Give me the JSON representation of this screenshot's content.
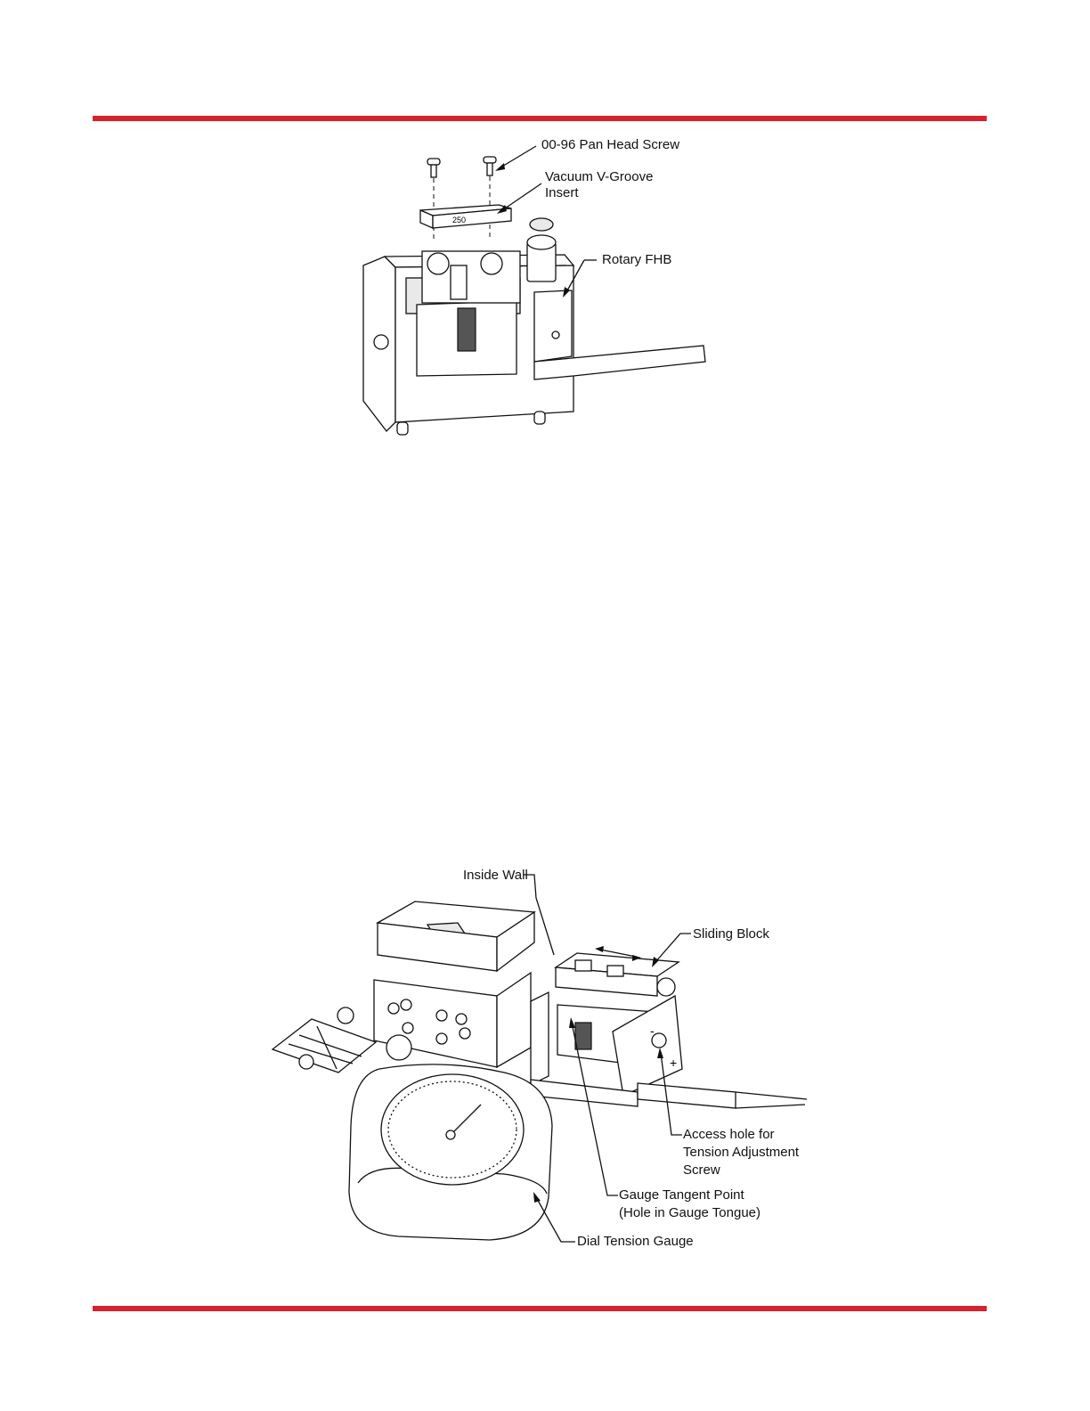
{
  "colors": {
    "rule": "#d7222d"
  },
  "figure_top": {
    "callouts": {
      "screw": "00-96 Pan Head Screw",
      "insert": "Vacuum V-Groove\nInsert",
      "insert_line1": "Vacuum V-Groove",
      "insert_line2": "Insert",
      "fhb": "Rotary FHB"
    },
    "part_marking": "250"
  },
  "figure_bottom": {
    "callouts": {
      "inside_wall": "Inside Wall",
      "sliding_block": "Sliding Block",
      "access_hole_line1": "Access hole for",
      "access_hole_line2": "Tension Adjustment",
      "access_hole_line3": "Screw",
      "tangent_line1": "Gauge Tangent Point",
      "tangent_line2": "(Hole in Gauge Tongue)",
      "dial_gauge": "Dial Tension Gauge"
    },
    "signs": {
      "minus": "-",
      "plus": "+"
    }
  }
}
